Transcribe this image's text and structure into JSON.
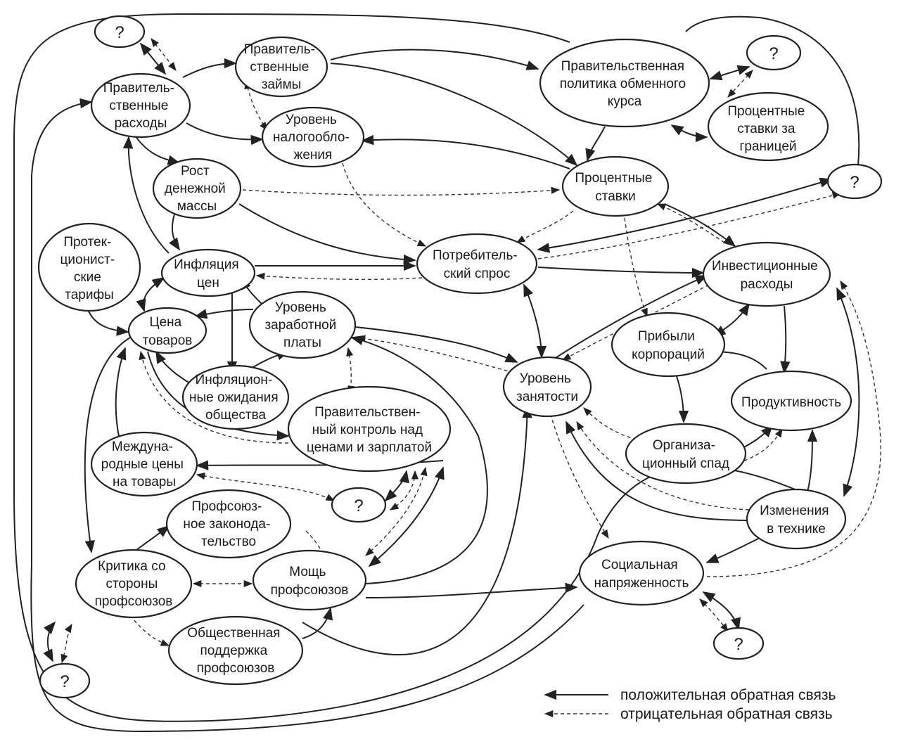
{
  "nodes": {
    "q1": "?",
    "gov_loans": [
      "Правитель-",
      "ственные",
      "займы"
    ],
    "gov_spending": [
      "Правитель-",
      "ственные",
      "расходы"
    ],
    "exchange_policy": [
      "Правительственная",
      "политика обменного",
      "курса"
    ],
    "q2": "?",
    "foreign_rates": [
      "Процентные",
      "ставки за",
      "границей"
    ],
    "tax_level": [
      "Уровень",
      "налогообло-",
      "жения"
    ],
    "interest_rates": [
      "Процентные",
      "ставки"
    ],
    "q3": "?",
    "money_growth": [
      "Рост",
      "денежной",
      "массы"
    ],
    "protection_tariffs": [
      "Протек-",
      "ционист-",
      "ские",
      "тарифы"
    ],
    "inflation": [
      "Инфляция",
      "цен"
    ],
    "consumer_demand": [
      "Потребитель-",
      "ский спрос"
    ],
    "investment": [
      "Инвестиционные",
      "расходы"
    ],
    "goods_price": [
      "Цена",
      "товаров"
    ],
    "wage_level": [
      "Уровень",
      "заработной",
      "платы"
    ],
    "corp_profits": [
      "Прибыли",
      "корпораций"
    ],
    "employment": [
      "Уровень",
      "занятости"
    ],
    "infl_expect": [
      "Инфляцион-",
      "ные ожидания",
      "общества"
    ],
    "gov_control": [
      "Правительствен-",
      "ный контроль над",
      "ценами и зарплатой"
    ],
    "productivity": [
      "Продуктивность"
    ],
    "intl_prices": [
      "Междуна-",
      "родные цены",
      "на товары"
    ],
    "org_slack": [
      "Организа-",
      "ционный спад"
    ],
    "q4": "?",
    "union_law": [
      "Профсоюз-",
      "ное законода-",
      "тельство"
    ],
    "tech_change": [
      "Изменения",
      "в технике"
    ],
    "union_critic": [
      "Критика со",
      "стороны",
      "профсоюзов"
    ],
    "union_power": [
      "Мощь",
      "профсоюзов"
    ],
    "social_tension": [
      "Социальная",
      "напряженность"
    ],
    "public_support": [
      "Общественная",
      "поддержка",
      "профсоюзов"
    ],
    "q5": "?",
    "q6": "?"
  },
  "legend": {
    "positive": "положительная обратная связь",
    "negative": "отрицательная обратная связь"
  }
}
